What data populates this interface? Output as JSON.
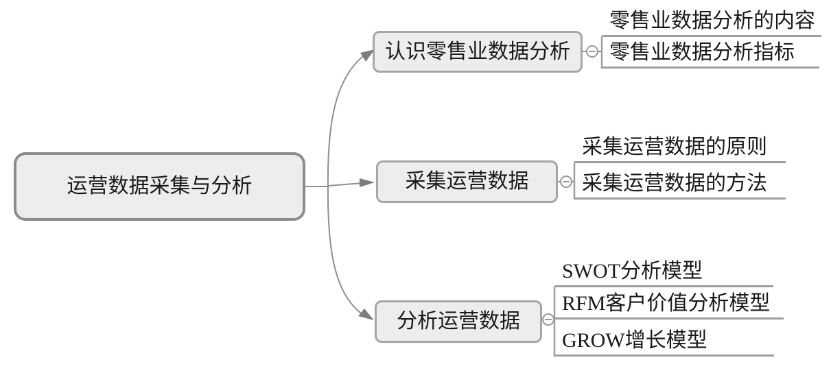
{
  "figure": {
    "type": "mindmap",
    "orientation": "left-to-right"
  },
  "root": {
    "label": "运营数据采集与分析"
  },
  "branches": [
    {
      "label": "认识零售业数据分析",
      "collapse_icon": "minus-circle",
      "children": [
        "零售业数据分析的内容",
        "零售业数据分析指标"
      ]
    },
    {
      "label": "采集运营数据",
      "collapse_icon": "minus-circle",
      "children": [
        "采集运营数据的原则",
        "采集运营数据的方法"
      ]
    },
    {
      "label": "分析运营数据",
      "collapse_icon": "minus-circle",
      "children": [
        "SWOT分析模型",
        "RFM客户价值分析模型",
        "GROW增长模型"
      ]
    }
  ],
  "colors": {
    "node_fill": "#ededed",
    "root_border": "#8c8c8c",
    "branch_border": "#a6a6a6",
    "line": "#8f8f8f",
    "arrow": "#7d7d7d",
    "underline": "#9e9e9e",
    "text": "#1a1a1a"
  }
}
